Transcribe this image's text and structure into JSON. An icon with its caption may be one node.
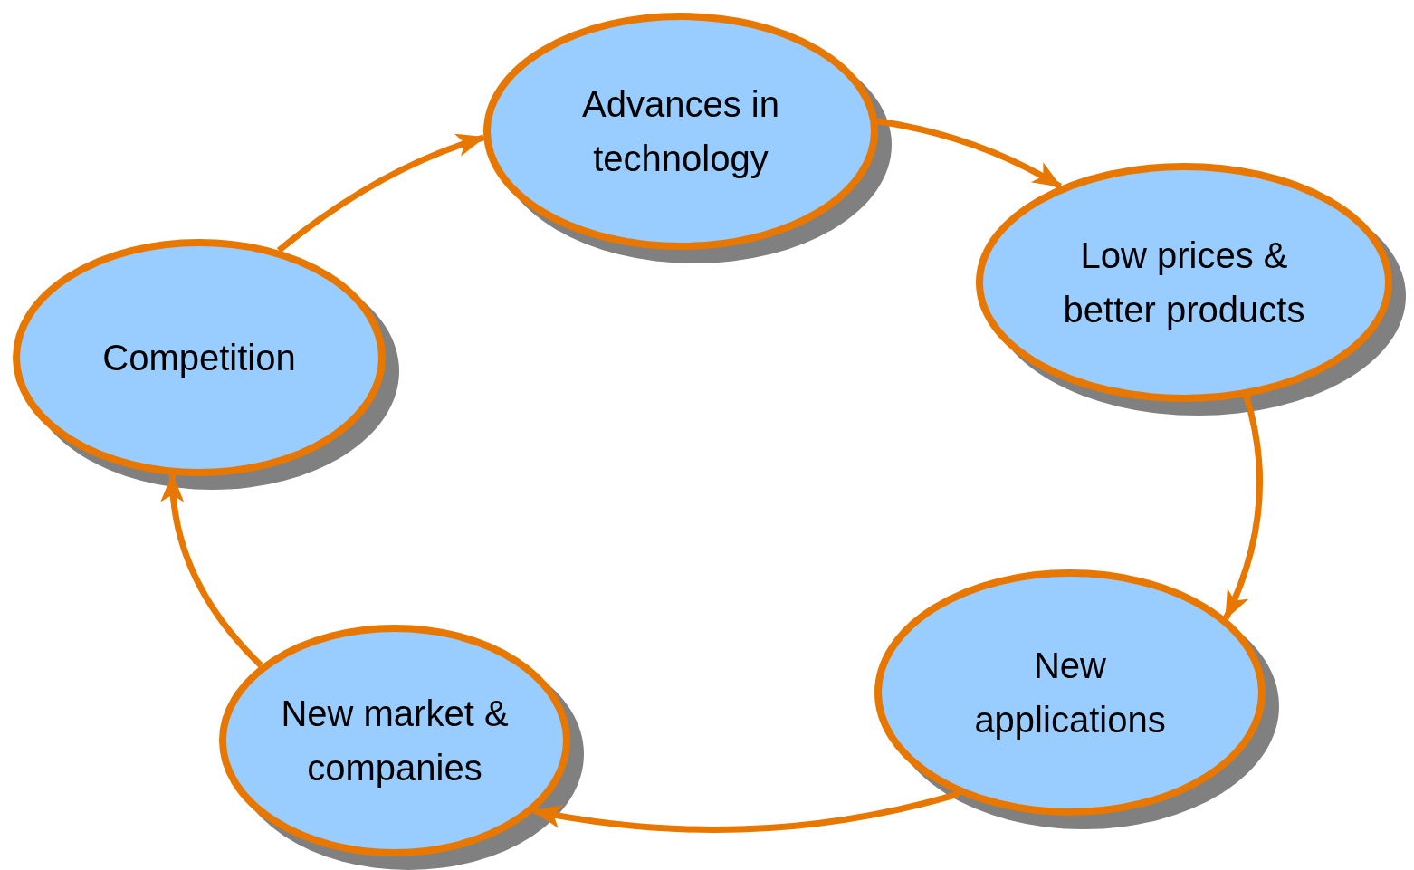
{
  "diagram": {
    "nodes": [
      {
        "text": [
          "Advances in technology"
        ]
      },
      {
        "text": [
          "Low prices & better products"
        ]
      },
      {
        "text": [
          "New applications"
        ]
      },
      {
        "text": [
          "New market & companies"
        ]
      },
      {
        "text": [
          "Competition"
        ]
      }
    ],
    "edges": [
      {
        "from": 4,
        "to": 0,
        "arrow": "to"
      },
      {
        "from": 0,
        "to": 1,
        "arrow": "to"
      },
      {
        "from": 1,
        "to": 2,
        "arrow": "to"
      },
      {
        "from": 2,
        "to": 3,
        "arrow": "to"
      },
      {
        "from": 3,
        "to": 4,
        "arrow": "to"
      }
    ]
  }
}
